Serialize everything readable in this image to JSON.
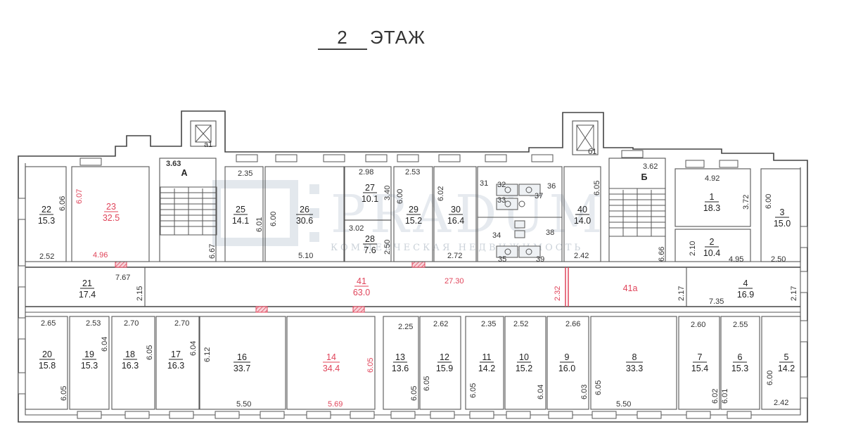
{
  "title": {
    "floor_number": "2",
    "floor_word": "ЭТАЖ"
  },
  "watermark": {
    "brand": "PRADUM",
    "tagline": "КОММЕРЧЕСКАЯ НЕДВИЖИМОСТЬ"
  },
  "colors": {
    "wall": "#444444",
    "highlight": "#e0445a",
    "watermark": "#c8d2dc"
  },
  "stairwells": [
    {
      "label": "А",
      "width": "3.63",
      "height": "6.67"
    },
    {
      "label": "Б",
      "width": "3.62",
      "height": "6.66"
    }
  ],
  "elevators": [
    {
      "label": "а1"
    },
    {
      "label": "б1"
    }
  ],
  "rooms_top": [
    {
      "id": "22",
      "area": "15.3",
      "dims": [
        "6.06",
        "2.52"
      ],
      "highlight": false
    },
    {
      "id": "23",
      "area": "32.5",
      "dims": [
        "6.07",
        "4.96"
      ],
      "highlight": true
    },
    {
      "id": "25",
      "area": "14.1",
      "dims": [
        "2.35",
        "6.01"
      ],
      "highlight": false
    },
    {
      "id": "26",
      "area": "30.6",
      "dims": [
        "6.00",
        "5.10"
      ],
      "highlight": false
    },
    {
      "id": "27",
      "area": "10.1",
      "dims": [
        "2.98",
        "3.40"
      ],
      "highlight": false
    },
    {
      "id": "28",
      "area": "7.6",
      "dims": [
        "3.02",
        "2.50"
      ],
      "highlight": false
    },
    {
      "id": "29",
      "area": "15.2",
      "dims": [
        "2.53",
        "6.00"
      ],
      "highlight": false
    },
    {
      "id": "30",
      "area": "16.4",
      "dims": [
        "6.02",
        "2.72"
      ],
      "highlight": false
    },
    {
      "id": "31",
      "area": "",
      "dims": [],
      "highlight": false
    },
    {
      "id": "32",
      "area": "",
      "dims": [],
      "highlight": false
    },
    {
      "id": "33",
      "area": "",
      "dims": [],
      "highlight": false
    },
    {
      "id": "34",
      "area": "",
      "dims": [],
      "highlight": false
    },
    {
      "id": "35",
      "area": "",
      "dims": [],
      "highlight": false
    },
    {
      "id": "36",
      "area": "",
      "dims": [],
      "highlight": false
    },
    {
      "id": "37",
      "area": "",
      "dims": [],
      "highlight": false
    },
    {
      "id": "38",
      "area": "",
      "dims": [],
      "highlight": false
    },
    {
      "id": "39",
      "area": "",
      "dims": [],
      "highlight": false
    },
    {
      "id": "40",
      "area": "14.0",
      "dims": [
        "6.05",
        "2.42"
      ],
      "highlight": false
    },
    {
      "id": "1",
      "area": "18.3",
      "dims": [
        "4.92",
        "3.72"
      ],
      "highlight": false
    },
    {
      "id": "2",
      "area": "10.4",
      "dims": [
        "2.10",
        "4.95"
      ],
      "highlight": false
    },
    {
      "id": "3",
      "area": "15.0",
      "dims": [
        "6.00",
        "2.50"
      ],
      "highlight": false
    }
  ],
  "corridor": [
    {
      "id": "21",
      "area": "17.4",
      "dims": [
        "7.67",
        "2.15"
      ],
      "highlight": false
    },
    {
      "id": "41",
      "area": "63.0",
      "dims": [
        "27.30",
        "2.32"
      ],
      "highlight": true
    },
    {
      "id": "41а",
      "area": "",
      "dims": [
        "2.17"
      ],
      "highlight": true
    },
    {
      "id": "4",
      "area": "16.9",
      "dims": [
        "7.35",
        "2.17"
      ],
      "highlight": false
    }
  ],
  "rooms_bottom": [
    {
      "id": "20",
      "area": "15.8",
      "dims": [
        "2.65",
        "6.05"
      ],
      "highlight": false
    },
    {
      "id": "19",
      "area": "15.3",
      "dims": [
        "2.53",
        "6.04"
      ],
      "highlight": false
    },
    {
      "id": "18",
      "area": "16.3",
      "dims": [
        "2.70",
        "6.05"
      ],
      "highlight": false
    },
    {
      "id": "17",
      "area": "16.3",
      "dims": [
        "2.70",
        "6.04"
      ],
      "highlight": false
    },
    {
      "id": "16",
      "area": "33.7",
      "dims": [
        "6.12",
        "5.50"
      ],
      "highlight": false
    },
    {
      "id": "14",
      "area": "34.4",
      "dims": [
        "6.05",
        "5.69"
      ],
      "highlight": true
    },
    {
      "id": "13",
      "area": "13.6",
      "dims": [
        "2.25",
        "6.05"
      ],
      "highlight": false
    },
    {
      "id": "12",
      "area": "15.9",
      "dims": [
        "2.62",
        "6.05"
      ],
      "highlight": false
    },
    {
      "id": "11",
      "area": "14.2",
      "dims": [
        "2.35",
        "6.05"
      ],
      "highlight": false
    },
    {
      "id": "10",
      "area": "15.2",
      "dims": [
        "2.52",
        "6.04"
      ],
      "highlight": false
    },
    {
      "id": "9",
      "area": "16.0",
      "dims": [
        "2.66",
        "6.03"
      ],
      "highlight": false
    },
    {
      "id": "8",
      "area": "33.3",
      "dims": [
        "6.05",
        "5.50"
      ],
      "highlight": false
    },
    {
      "id": "7",
      "area": "15.4",
      "dims": [
        "2.60",
        "6.02"
      ],
      "highlight": false
    },
    {
      "id": "6",
      "area": "15.3",
      "dims": [
        "2.55",
        "6.01"
      ],
      "highlight": false
    },
    {
      "id": "5",
      "area": "14.2",
      "dims": [
        "6.00",
        "2.42"
      ],
      "highlight": false
    }
  ]
}
